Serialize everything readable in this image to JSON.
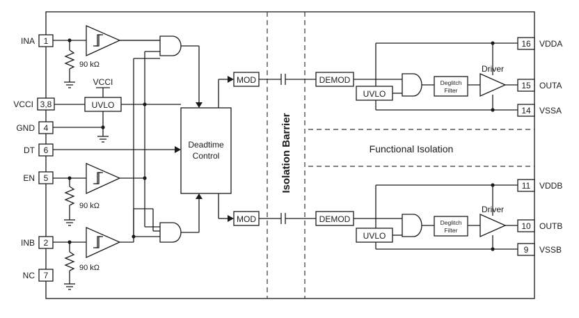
{
  "pins_left": [
    {
      "number": "1",
      "name": "INA"
    },
    {
      "number": "3,8",
      "name": "VCCI"
    },
    {
      "number": "4",
      "name": "GND"
    },
    {
      "number": "6",
      "name": "DT"
    },
    {
      "number": "5",
      "name": "EN"
    },
    {
      "number": "2",
      "name": "INB"
    },
    {
      "number": "7",
      "name": "NC"
    }
  ],
  "pins_right": [
    {
      "number": "16",
      "name": "VDDA"
    },
    {
      "number": "15",
      "name": "OUTA"
    },
    {
      "number": "14",
      "name": "VSSA"
    },
    {
      "number": "11",
      "name": "VDDB"
    },
    {
      "number": "10",
      "name": "OUTB"
    },
    {
      "number": "9",
      "name": "VSSB"
    }
  ],
  "blocks": {
    "uvlo_input": "UVLO",
    "vcci_label": "VCCI",
    "deadtime_line1": "Deadtime",
    "deadtime_line2": "Control",
    "mod": "MOD",
    "demod": "DEMOD",
    "uvlo_output": "UVLO",
    "deglitch_line1": "Deglitch",
    "deglitch_line2": "Filter",
    "driver": "Driver"
  },
  "resistor_label": "90 kΩ",
  "isolation_barrier": "Isolation Barrier",
  "functional_isolation": "Functional Isolation"
}
